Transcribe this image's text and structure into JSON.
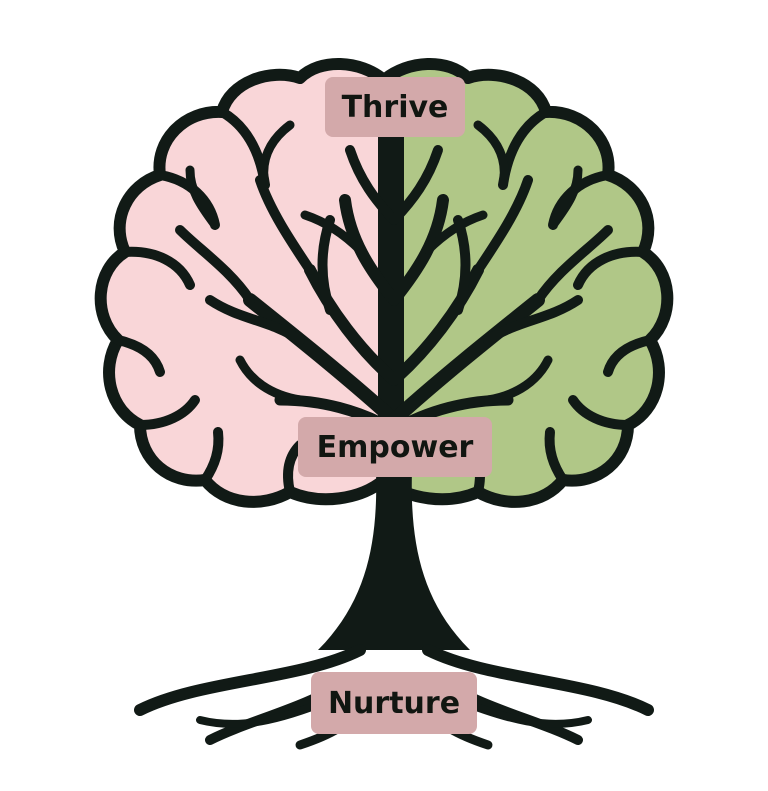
{
  "labels": {
    "top": "Thrive",
    "middle": "Empower",
    "bottom": "Nurture"
  },
  "colors": {
    "left_hemisphere": "#f9d6d8",
    "right_hemisphere": "#b0c787",
    "outline": "#111a16",
    "label_background": "#d3a9aa",
    "label_text": "#111611",
    "background": "#ffffff"
  }
}
